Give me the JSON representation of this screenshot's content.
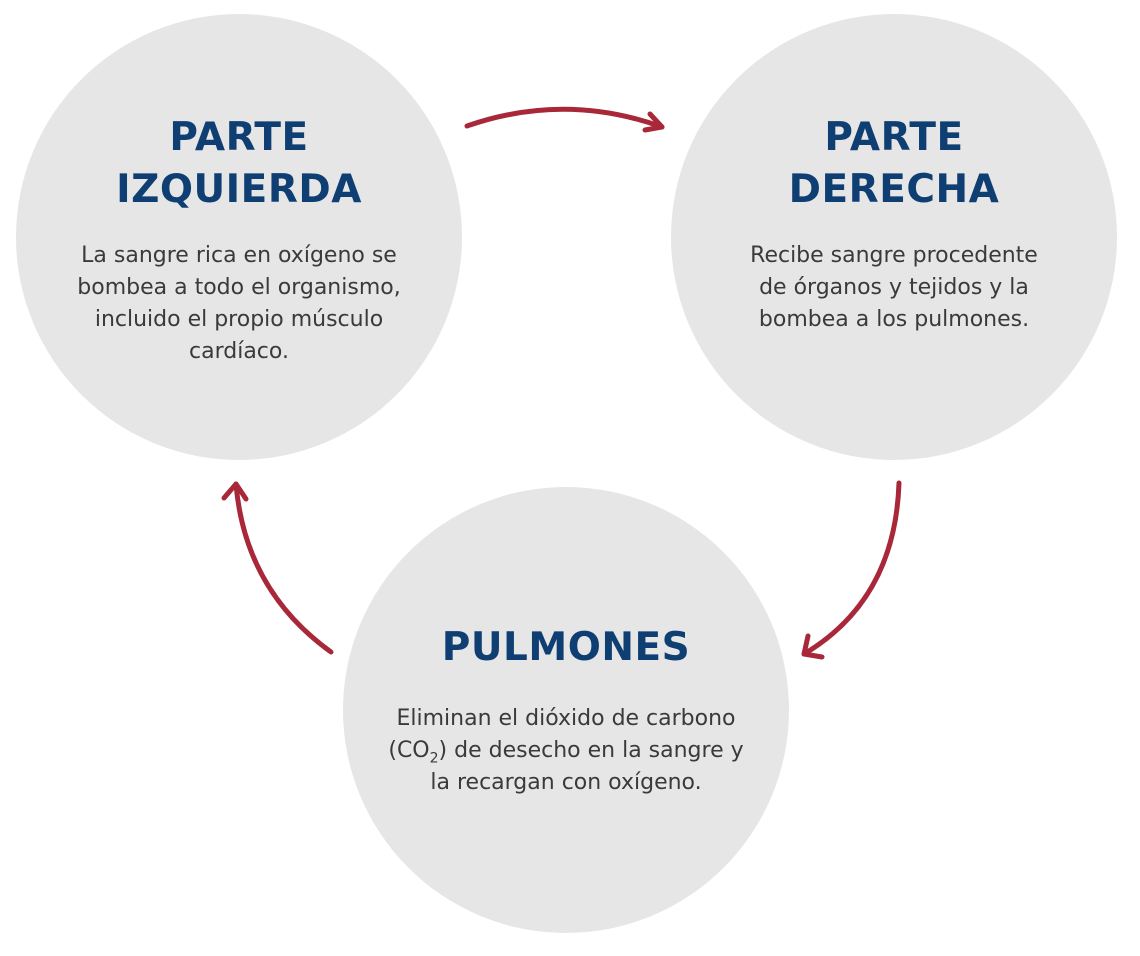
{
  "diagram": {
    "nodes": [
      {
        "title_line1": "PARTE",
        "title_line2": "IZQUIERDA",
        "desc_line1": "La sangre rica en oxígeno se",
        "desc_line2": "bombea a todo el organismo,",
        "desc_line3": "incluido el propio músculo",
        "desc_line4": "cardíaco."
      },
      {
        "title_line1": "PARTE",
        "title_line2": "DERECHA",
        "desc_line1": "Recibe sangre procedente",
        "desc_line2": "de órganos y tejidos y la",
        "desc_line3": "bombea a los pulmones."
      },
      {
        "title_line1": "PULMONES",
        "desc_line1_pre": "Eliminan el dióxido de carbono",
        "desc_line2_a": "(CO",
        "desc_line2_sub": "2",
        "desc_line2_b": ") de desecho en la sangre y",
        "desc_line3": "la recargan con oxígeno."
      }
    ],
    "colors": {
      "circle_fill": "#e6e6e6",
      "title": "#0f3e73",
      "text": "#3a3a3a",
      "arrow": "#a8283a"
    }
  }
}
